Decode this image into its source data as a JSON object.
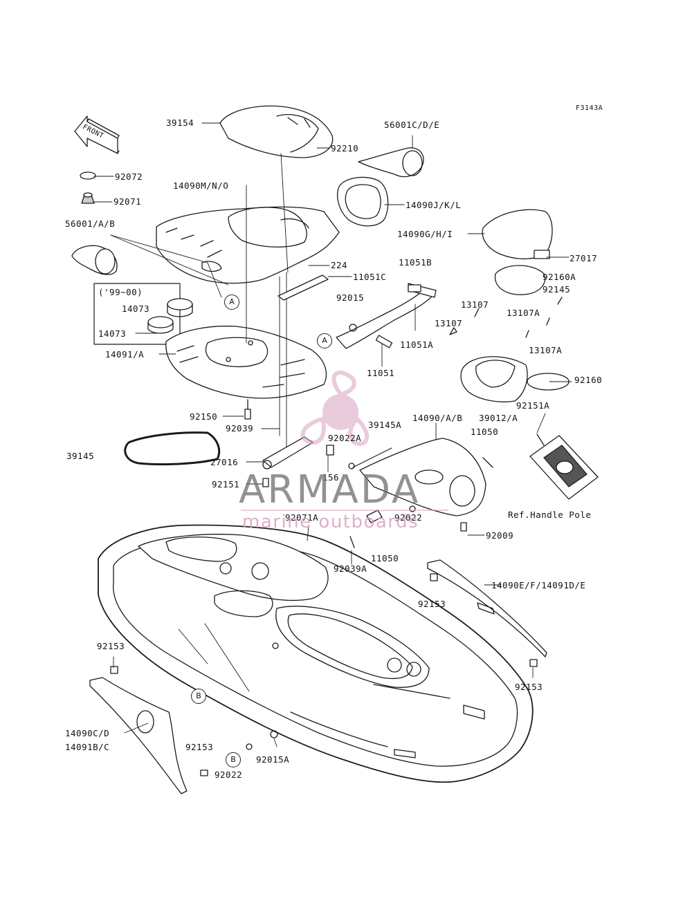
{
  "figure_code": "F3143A",
  "front_label": "FRONT",
  "labels": {
    "l39154": "39154",
    "l56001cde": "56001C/D/E",
    "l92210": "92210",
    "l92072": "92072",
    "l92071": "92071",
    "l14090mno": "14090M/N/O",
    "l14090jkl": "14090J/K/L",
    "l56001ab": "56001/A/B",
    "l14090ghi": "14090G/H/I",
    "l27017": "27017",
    "l224": "224",
    "l11051b": "11051B",
    "l11051c": "11051C",
    "l92160a": "92160A",
    "l92145": "92145",
    "l9900": "('99~00)",
    "l14073a": "14073",
    "l14073b": "14073",
    "l92015": "92015",
    "l13107a": "13107",
    "l13107b": "13107",
    "l13107A1": "13107A",
    "l13107A2": "13107A",
    "l11051a": "11051A",
    "l14091a": "14091/A",
    "l11051": "11051",
    "l92160": "92160",
    "l92151a": "92151A",
    "l92150": "92150",
    "l39145a": "39145A",
    "l14090ab": "14090/A/B",
    "l39012a": "39012/A",
    "l92039": "92039",
    "l92022a": "92022A",
    "l11050a": "11050",
    "l39145": "39145",
    "l27016": "27016",
    "l156": "156",
    "l92151": "92151",
    "l92071a": "92071A",
    "l92022b": "92022",
    "l92009": "92009",
    "lref": "Ref.Handle Pole",
    "l11050b": "11050",
    "l92039a": "92039A",
    "l14090ef": "14090E/F/14091D/E",
    "l92153a": "92153",
    "l92153b": "92153",
    "l92153c": "92153",
    "l92153d": "92153",
    "l14090cd": "14090C/D",
    "l14091bc": "14091B/C",
    "l92015a": "92015A",
    "l92022c": "92022"
  },
  "callouts": {
    "a1": "A",
    "a2": "A",
    "b1": "B",
    "b2": "B"
  },
  "watermark": {
    "title": "ARMADA",
    "subtitle": "marine outboards"
  }
}
